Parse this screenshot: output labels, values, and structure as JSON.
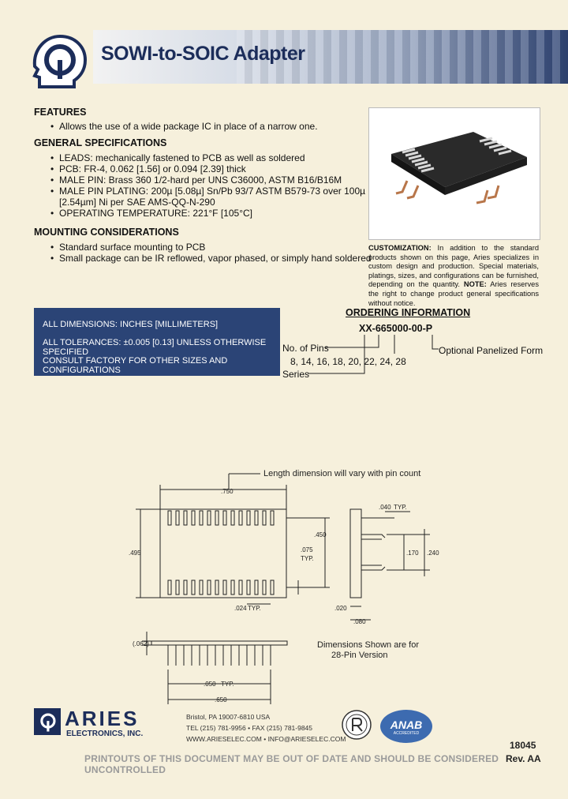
{
  "header": {
    "title": "SOWI-to-SOIC Adapter"
  },
  "features": {
    "heading": "FEATURES",
    "items": [
      "Allows the use of a wide package IC in place of a narrow one."
    ]
  },
  "general_specs": {
    "heading": "GENERAL SPECIFICATIONS",
    "items": [
      "LEADS: mechanically fastened to PCB as well as soldered",
      "PCB: FR-4, 0.062 [1.56] or 0.094 [2.39] thick",
      "MALE PIN: Brass 360 1/2-hard per UNS C36000, ASTM B16/B16M",
      "MALE PIN PLATING: 200µ [5.08µ] Sn/Pb 93/7 ASTM B579-73 over 100µ",
      "[2.54µm] Ni per SAE AMS-QQ-N-290",
      "OPERATING TEMPERATURE: 221°F [105°C]"
    ]
  },
  "mounting": {
    "heading": "MOUNTING CONSIDERATIONS",
    "items": [
      "Standard surface mounting to PCB",
      "Small package can be IR reflowed, vapor phased, or simply hand soldered"
    ]
  },
  "customization": {
    "label": "CUSTOMIZATION:",
    "text": "In addition to the standard products shown on this page, Aries specializes in custom design and production. Special materials, platings, sizes, and configurations can be furnished, depending on the quantity.",
    "note_label": "NOTE:",
    "note_text": "Aries reserves the right to change product general specifications without notice."
  },
  "dimensions_box": {
    "line1": "ALL DIMENSIONS: INCHES [MILLIMETERS]",
    "line2": "ALL TOLERANCES: ±0.005 [0.13] UNLESS OTHERWISE SPECIFIED",
    "line3": "CONSULT FACTORY FOR OTHER SIZES AND CONFIGURATIONS"
  },
  "ordering": {
    "heading": "ORDERING INFORMATION",
    "part_number": "XX-665000-00-P",
    "no_of_pins_label": "No. of Pins",
    "pin_options": "8, 14, 16, 18, 20, 22, 24, 28",
    "series_label": "Series",
    "optional_label": "Optional Panelized Form"
  },
  "drawing": {
    "length_note": "Length dimension will vary with pin count",
    "dim_750": ".750",
    "dim_495": ".495",
    "dim_450": ".450",
    "dim_075": ".075",
    "typ": "TYP.",
    "dim_024": ".024",
    "dim_040": ".040",
    "dim_170": ".170",
    "dim_240": ".240",
    "dim_020": ".020",
    "dim_080": ".080",
    "dim_062": "(.062)",
    "dim_050": ".050",
    "dim_650": ".650",
    "version_note_1": "Dimensions Shown are for",
    "version_note_2": "28-Pin Version"
  },
  "footer": {
    "brand": "ARIES",
    "brand_sub": "ELECTRONICS, INC.",
    "address": "Bristol, PA 19007-6810 USA",
    "phone_fax": "TEL (215) 781-9956 • FAX (215) 781-9845",
    "web_email": "WWW.ARIESELEC.COM • INFO@ARIESELEC.COM",
    "anab": "ANAB",
    "anab_sub": "ACCREDITED",
    "uncontrolled": "PRINTOUTS OF THIS DOCUMENT MAY BE OUT OF DATE AND SHOULD BE CONSIDERED UNCONTROLLED",
    "doc_number": "18045",
    "revision": "Rev. AA"
  },
  "colors": {
    "navy": "#2b4476",
    "background": "#f6f0dc"
  }
}
